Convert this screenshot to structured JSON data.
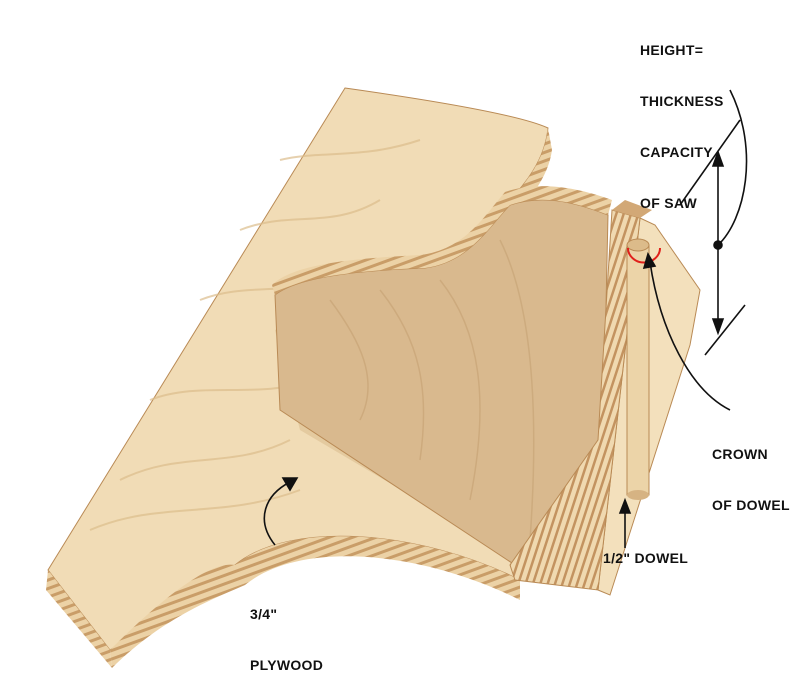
{
  "labels": {
    "height": [
      "HEIGHT=",
      "THICKNESS",
      "CAPACITY",
      "OF SAW"
    ],
    "crown": [
      "CROWN",
      "OF DOWEL"
    ],
    "dowel": "1/2\" DOWEL",
    "plywood": [
      "3/4\"",
      "PLYWOOD"
    ]
  },
  "colors": {
    "wood_light": "#f1dcb6",
    "wood_mid": "#e2c496",
    "wood_dark": "#c99d68",
    "edge_stripe": "#b98a55",
    "crown_mark": "#e0201b",
    "ink": "#111111"
  }
}
